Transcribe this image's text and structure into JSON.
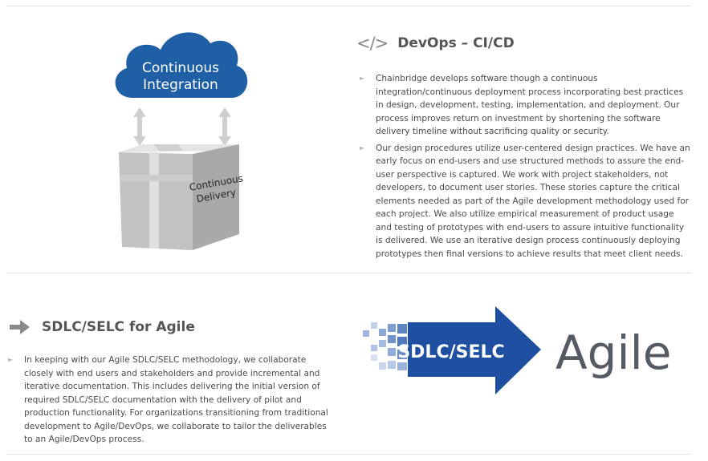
{
  "devops": {
    "icon": "code-icon",
    "title": "DevOps – CI/CD",
    "paragraphs": [
      "Chainbridge develops software though a continuous integration/continuous deployment process incorporating best practices in design, development, testing, implementation, and deployment. Our process improves return on investment by shortening the software delivery timeline without sacrificing quality or security.",
      "Our design procedures utilize user-centered design practices. We have an early focus on end-users and use structured methods to assure the end-user perspective is captured. We work with project stakeholders, not developers, to document user stories. These stories capture the critical elements needed as part of the Agile development methodology used for each project. We also utilize empirical measurement of product usage and testing of prototypes with end-users to assure intuitive functionality is delivered. We use an iterative design process continuously deploying prototypes then final versions to achieve results that meet client needs."
    ],
    "illustration": {
      "cloud_line1": "Continuous",
      "cloud_line2": "Integration",
      "box_line1": "Continuous",
      "box_line2": "Delivery"
    }
  },
  "sdlc": {
    "icon": "arrow-right-icon",
    "title": "SDLC/SELC for Agile",
    "paragraphs": [
      "In keeping with our Agile SDLC/SELC methodology, we collaborate closely with end users and stakeholders and provide incremental and iterative documentation. This includes delivering the initial version of required SDLC/SELC documentation with the delivery of pilot and production functionality. For organizations transitioning from traditional development to Agile/DevOps, we collaborate to tailor the deliverables to an Agile/DevOps process."
    ],
    "graphic": {
      "arrow_text": "SDLC/SELC",
      "word": "Agile"
    }
  },
  "colors": {
    "cloud_blue": "#1f5fa6",
    "arrow_blue": "#1e4fa0",
    "agile_gray": "#555a63",
    "box_gray": "#c4c4c4"
  }
}
